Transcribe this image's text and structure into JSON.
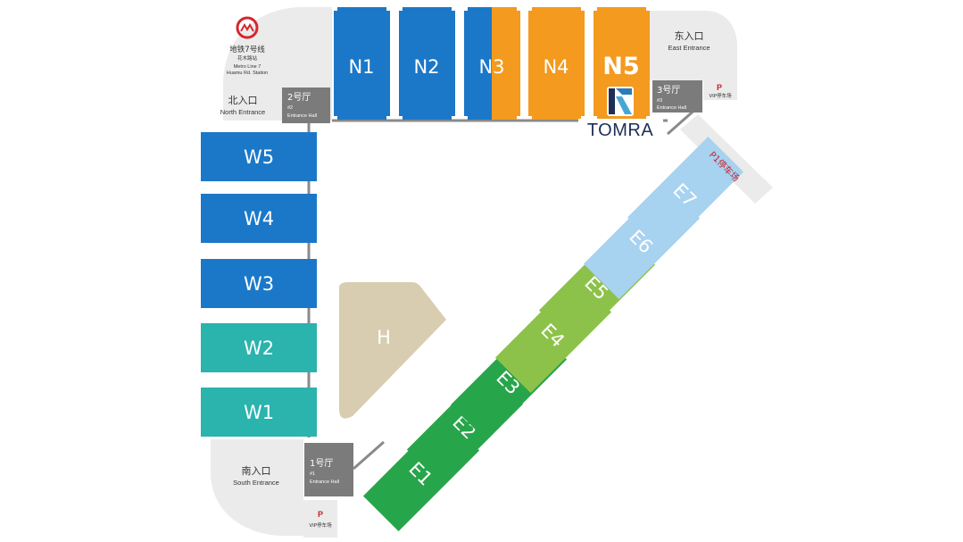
{
  "colors": {
    "blue": "#1b78c8",
    "orange": "#f39a1f",
    "teal": "#2bb3ad",
    "lightblue": "#a7d2f0",
    "lightgreen": "#8dc24a",
    "green": "#27a54a",
    "hall_h": "#d8cdb0",
    "entrance_gray": "#7b7b7b",
    "area_gray": "#ebebeb",
    "tomra_navy": "#1e2e56",
    "metro_red": "#d7262d",
    "parking_red": "#c5222a"
  },
  "halls": {
    "N1": "N1",
    "N2": "N2",
    "N3": "N3",
    "N4": "N4",
    "N5": "N5",
    "W1": "W1",
    "W2": "W2",
    "W3": "W3",
    "W4": "W4",
    "W5": "W5",
    "E1": "E1",
    "E2": "E2",
    "E3": "E3",
    "E4": "E4",
    "E5": "E5",
    "E6": "E6",
    "E7": "E7",
    "H": "H"
  },
  "metro": {
    "cn": "地铁7号线",
    "cn2": "花木路站",
    "en1": "Metro Line 7",
    "en2": "Huamu Rd. Station"
  },
  "north_entrance": {
    "cn": "北入口",
    "en": "North Entrance"
  },
  "east_entrance": {
    "cn": "东入口",
    "en": "East Entrance"
  },
  "south_entrance": {
    "cn": "南入口",
    "en": "South Entrance"
  },
  "hall2": {
    "cn": "2号厅",
    "num": "#2",
    "en": "Entrance Hall"
  },
  "hall3": {
    "cn": "3号厅",
    "num": "#3",
    "en": "Entrance Hall"
  },
  "hall1": {
    "cn": "1号厅",
    "num": "#1",
    "en": "Entrance Hall"
  },
  "vip_parking_east": {
    "p": "P",
    "label": "VIP停车场"
  },
  "vip_parking_south": {
    "p": "P",
    "label": "VIP停车场"
  },
  "p1_parking": {
    "label": "P1停车场"
  },
  "exhibitor": {
    "name": "TOMRA"
  }
}
